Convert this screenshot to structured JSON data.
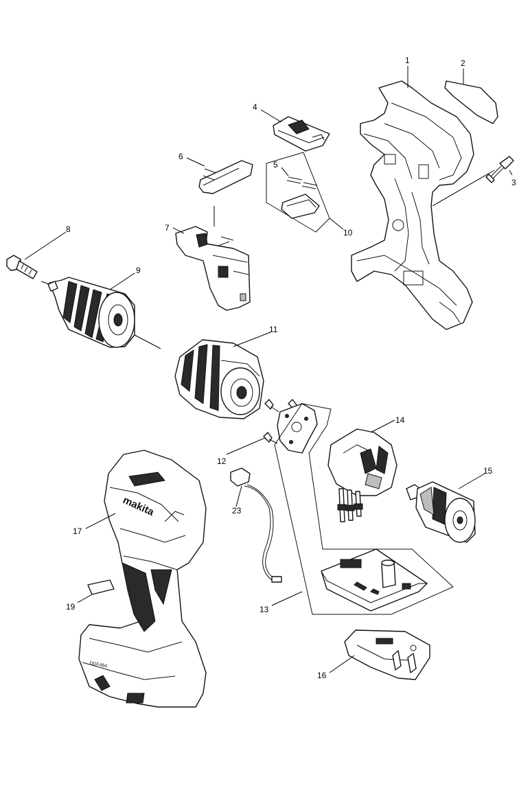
{
  "diagram": {
    "callouts": [
      {
        "id": "c1",
        "text": "1"
      },
      {
        "id": "c2",
        "text": "2"
      },
      {
        "id": "c3",
        "text": "3"
      },
      {
        "id": "c4",
        "text": "4"
      },
      {
        "id": "c5",
        "text": "5"
      },
      {
        "id": "c6",
        "text": "6"
      },
      {
        "id": "c7",
        "text": "7"
      },
      {
        "id": "c8",
        "text": "8"
      },
      {
        "id": "c9",
        "text": "9"
      },
      {
        "id": "c10",
        "text": "10"
      },
      {
        "id": "c11",
        "text": "11"
      },
      {
        "id": "c12",
        "text": "12"
      },
      {
        "id": "c13",
        "text": "13"
      },
      {
        "id": "c14",
        "text": "14"
      },
      {
        "id": "c15",
        "text": "15"
      },
      {
        "id": "c16",
        "text": "16"
      },
      {
        "id": "c17",
        "text": "17"
      },
      {
        "id": "c19",
        "text": "19"
      },
      {
        "id": "c23",
        "text": "23"
      }
    ],
    "logo_text": "makita",
    "model_text": "DDF484"
  }
}
